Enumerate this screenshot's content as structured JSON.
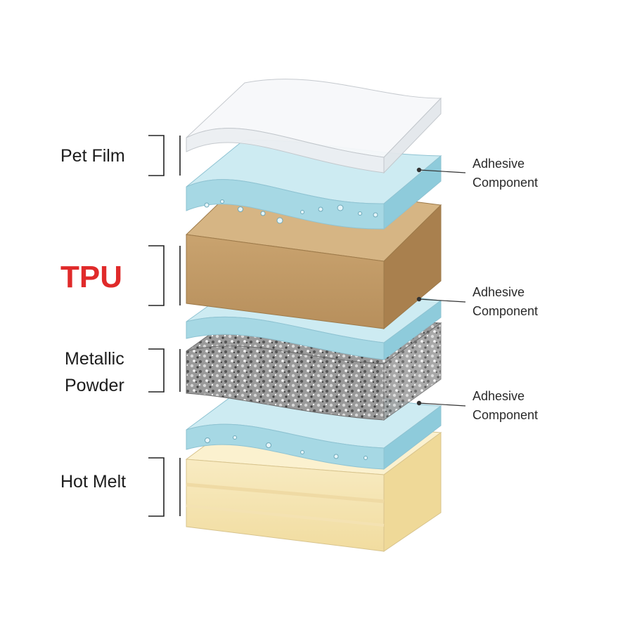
{
  "labels": {
    "pet_film": "Pet Film",
    "tpu": "TPU",
    "metallic_powder": [
      "Metallic",
      "Powder"
    ],
    "hot_melt": "Hot Melt",
    "adhesive_top": [
      "Adhesive",
      "Component"
    ],
    "adhesive_middle": [
      "Adhesive",
      "Component"
    ],
    "adhesive_bottom": [
      "Adhesive",
      "Component"
    ]
  },
  "colors": {
    "tpu_label": "#e02a2a",
    "pet_film": "#f4f6f8",
    "adhesive": "#b9e2ec",
    "tpu": "#c9a06e",
    "metallic_powder": "#8a8a8a",
    "hot_melt": "#f7e7b8",
    "bracket_line": "#222222"
  }
}
